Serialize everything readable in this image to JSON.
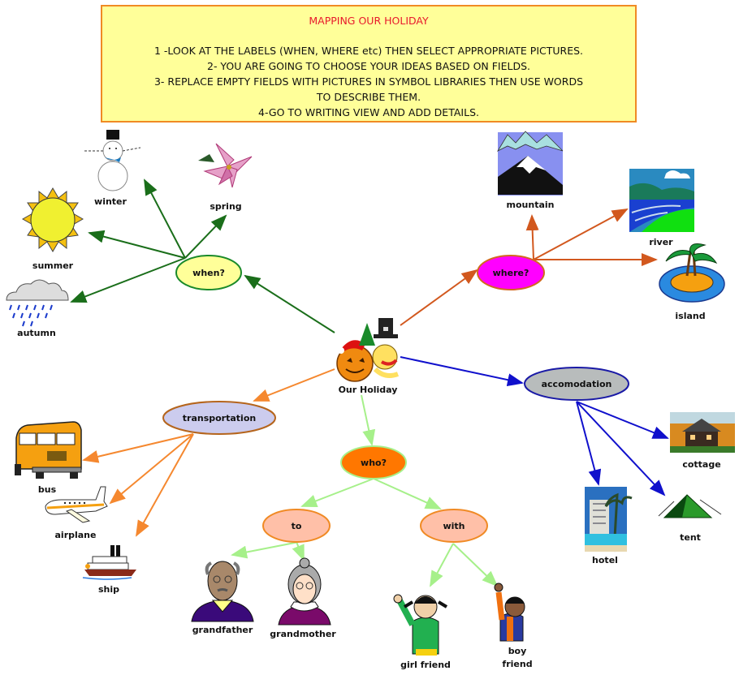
{
  "instructions": {
    "title": "MAPPING OUR HOLIDAY",
    "lines": [
      "1 -LOOK AT THE LABELS (WHEN, WHERE etc) THEN SELECT APPROPRIATE PICTURES.",
      "2- YOU ARE GOING TO CHOOSE YOUR IDEAS BASED ON FIELDS.",
      "3- REPLACE EMPTY FIELDS WITH PICTURES IN SYMBOL LIBRARIES THEN USE WORDS",
      "TO DESCRIBE THEM.",
      "4-GO TO WRITING VIEW AND ADD DETAILS."
    ]
  },
  "center": {
    "label": "Our Holiday",
    "icon": "garfield-holiday-icon"
  },
  "nodes": {
    "when": {
      "label": "when?",
      "fill": "#ffff99",
      "stroke": "#1a8a2a"
    },
    "where": {
      "label": "where?",
      "fill": "#ff00ff",
      "stroke": "#d2691e"
    },
    "accomodation": {
      "label": "accomodation",
      "fill": "#b8bcbc",
      "stroke": "#1a1aa6"
    },
    "transportation": {
      "label": "transportation",
      "fill": "#ccccee",
      "stroke": "#b5651d"
    },
    "who": {
      "label": "who?",
      "fill": "#ff7700",
      "stroke": "#a6f08a"
    },
    "to": {
      "label": "to",
      "fill": "#ffc0a8",
      "stroke": "#f08a24"
    },
    "with": {
      "label": "with",
      "fill": "#ffc0a8",
      "stroke": "#f08a24"
    }
  },
  "leaves": {
    "winter": "winter",
    "spring": "spring",
    "summer": "summer",
    "autumn": "autumn",
    "mountain": "mountain",
    "river": "river",
    "island": "island",
    "cottage": "cottage",
    "tent": "tent",
    "hotel": "hotel",
    "bus": "bus",
    "airplane": "airplane",
    "ship": "ship",
    "grandfather": "grandfather",
    "grandmother": "grandmother",
    "girl_friend": "girl friend",
    "boy_friend_1": "boy",
    "boy_friend_2": "friend"
  },
  "colors": {
    "when_links": "#1a6e1a",
    "where_links": "#d2581e",
    "accomodation_links": "#1010cc",
    "transportation_links": "#f5882f",
    "who_links": "#a6f08a"
  }
}
